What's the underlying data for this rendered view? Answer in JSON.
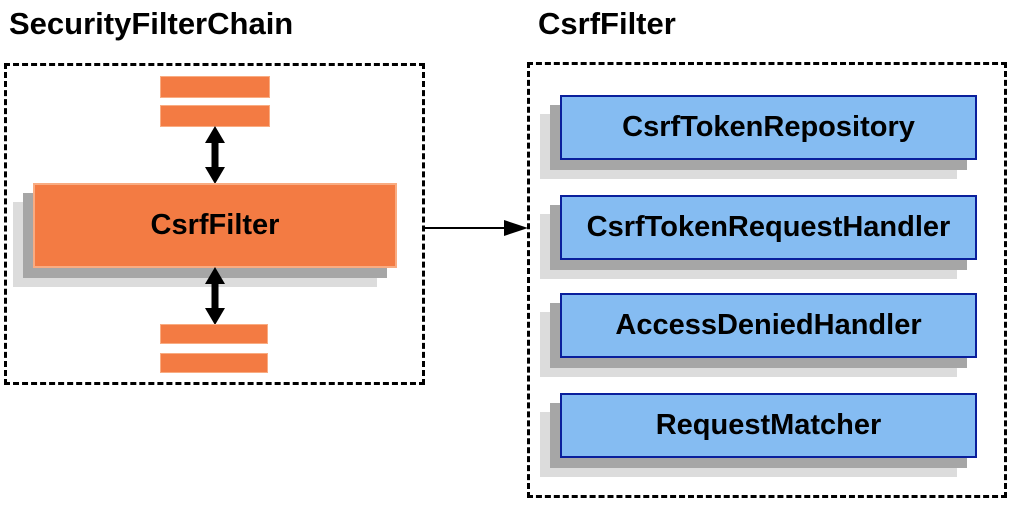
{
  "left_panel": {
    "title": "SecurityFilterChain",
    "csrf_filter_label": "CsrfFilter"
  },
  "right_panel": {
    "title": "CsrfFilter",
    "components": [
      {
        "label": "CsrfTokenRepository"
      },
      {
        "label": "CsrfTokenRequestHandler"
      },
      {
        "label": "AccessDeniedHandler"
      },
      {
        "label": "RequestMatcher"
      }
    ]
  },
  "icons": {
    "vertical_arrows": "double-headed-arrow",
    "flow_arrow": "right-arrow"
  },
  "colors": {
    "orange_fill": "#F37B43",
    "orange_border": "#F9AC82",
    "blue_fill": "#85BCF2",
    "blue_border": "#0A1F9C",
    "shadow_dark": "#A6A6A6",
    "shadow_light": "#DCDCDC",
    "arrow_color": "#000000",
    "text_color": "#000000"
  }
}
